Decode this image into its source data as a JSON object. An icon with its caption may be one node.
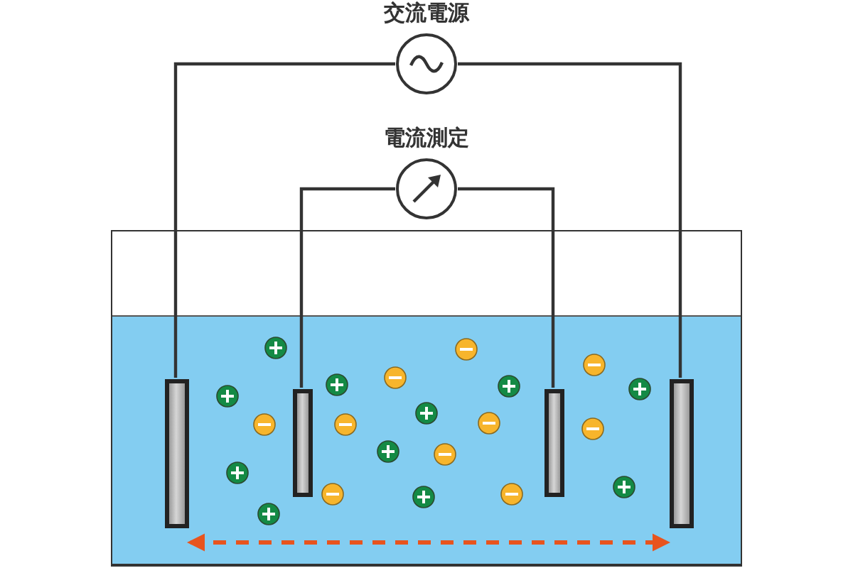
{
  "diagram": {
    "nodes": [
      {
        "text": [
          "交流電源"
        ]
      },
      {
        "text": [
          "電流測定"
        ]
      },
      {
        "text": [],
        "shape": "box"
      },
      {
        "text": [],
        "shape": "bar",
        "in": 2
      },
      {
        "text": [],
        "shape": "bar",
        "in": 2
      },
      {
        "text": [],
        "shape": "bar",
        "in": 2
      },
      {
        "text": [],
        "shape": "bar",
        "in": 2
      }
    ],
    "edges": [
      {
        "from": 0,
        "to": 3,
        "arrow": "none"
      },
      {
        "from": 0,
        "to": 6,
        "arrow": "none"
      },
      {
        "from": 1,
        "to": 4,
        "arrow": "none"
      },
      {
        "from": 1,
        "to": 5,
        "arrow": "none"
      },
      {
        "from": 3,
        "to": 6,
        "arrow": "both",
        "style": "dashed",
        "color": "#e8541e"
      }
    ]
  }
}
